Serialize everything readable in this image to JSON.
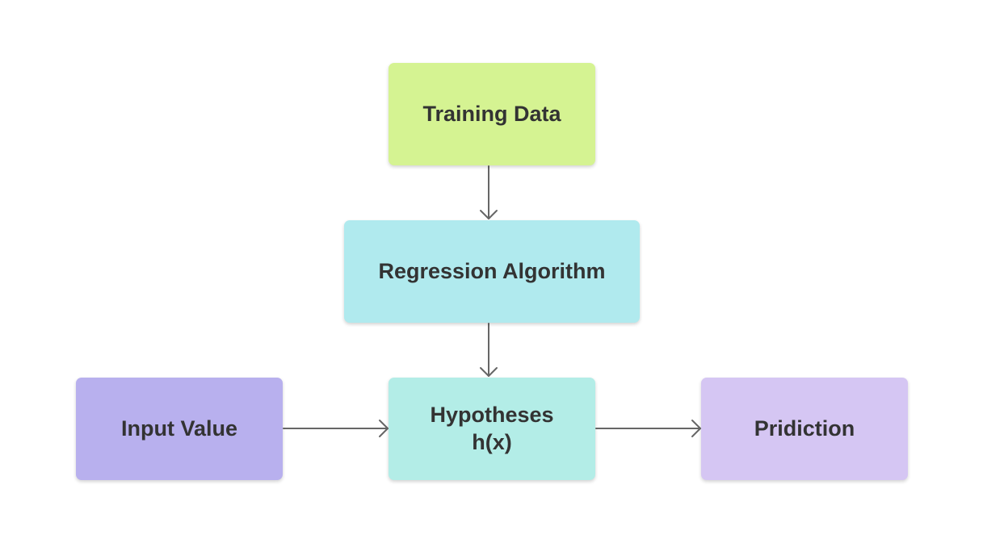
{
  "nodes": {
    "training": {
      "label": "Training Data",
      "color": "#d5f392"
    },
    "regression": {
      "label": "Regression Algorithm",
      "color": "#b0eaee"
    },
    "hypotheses": {
      "label_line1": "Hypotheses",
      "label_line2": "h(x)",
      "color": "#b3ede7"
    },
    "input": {
      "label": "Input Value",
      "color": "#b8b0ee"
    },
    "prediction": {
      "label": "Pridiction",
      "color": "#d5c6f3"
    }
  },
  "edges": [
    {
      "from": "training",
      "to": "regression"
    },
    {
      "from": "regression",
      "to": "hypotheses"
    },
    {
      "from": "input",
      "to": "hypotheses"
    },
    {
      "from": "hypotheses",
      "to": "prediction"
    }
  ],
  "edge_color": "#666666"
}
